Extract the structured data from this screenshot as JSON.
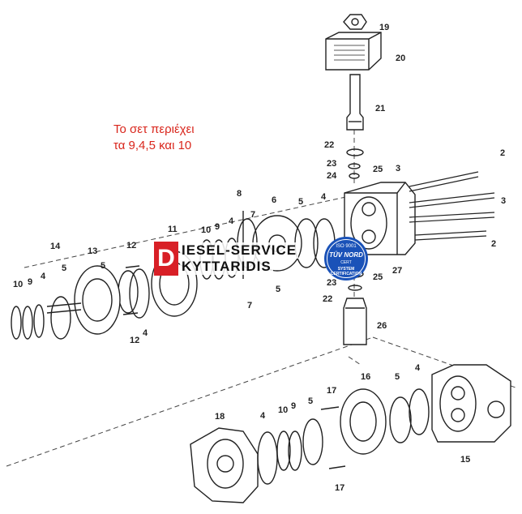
{
  "note": {
    "line1": "Το σετ περιέχει",
    "line2": "τα 9,4,5 και 10",
    "color": "#d9261c"
  },
  "logo": {
    "mark": "D",
    "line1": "IESEL-SERVICE",
    "line2": "KYTTARIDIS",
    "color": "#d81f26"
  },
  "badge": {
    "line1": "ISO 9001",
    "line2": "TÜV NORD",
    "line3": "CERT",
    "line4": "SYSTEM CERTIFICATION",
    "color": "#1a52b8"
  },
  "callouts": [
    "19",
    "20",
    "21",
    "22",
    "23",
    "24",
    "25",
    "3",
    "2",
    "3",
    "2",
    "27",
    "23",
    "25",
    "22",
    "26",
    "8",
    "6",
    "5",
    "4",
    "7",
    "11",
    "10",
    "9",
    "4",
    "5",
    "7",
    "14",
    "13",
    "12",
    "5",
    "10",
    "9",
    "4",
    "5",
    "12",
    "4",
    "16",
    "5",
    "4",
    "15",
    "18",
    "4",
    "10",
    "9",
    "5",
    "17",
    "17"
  ]
}
